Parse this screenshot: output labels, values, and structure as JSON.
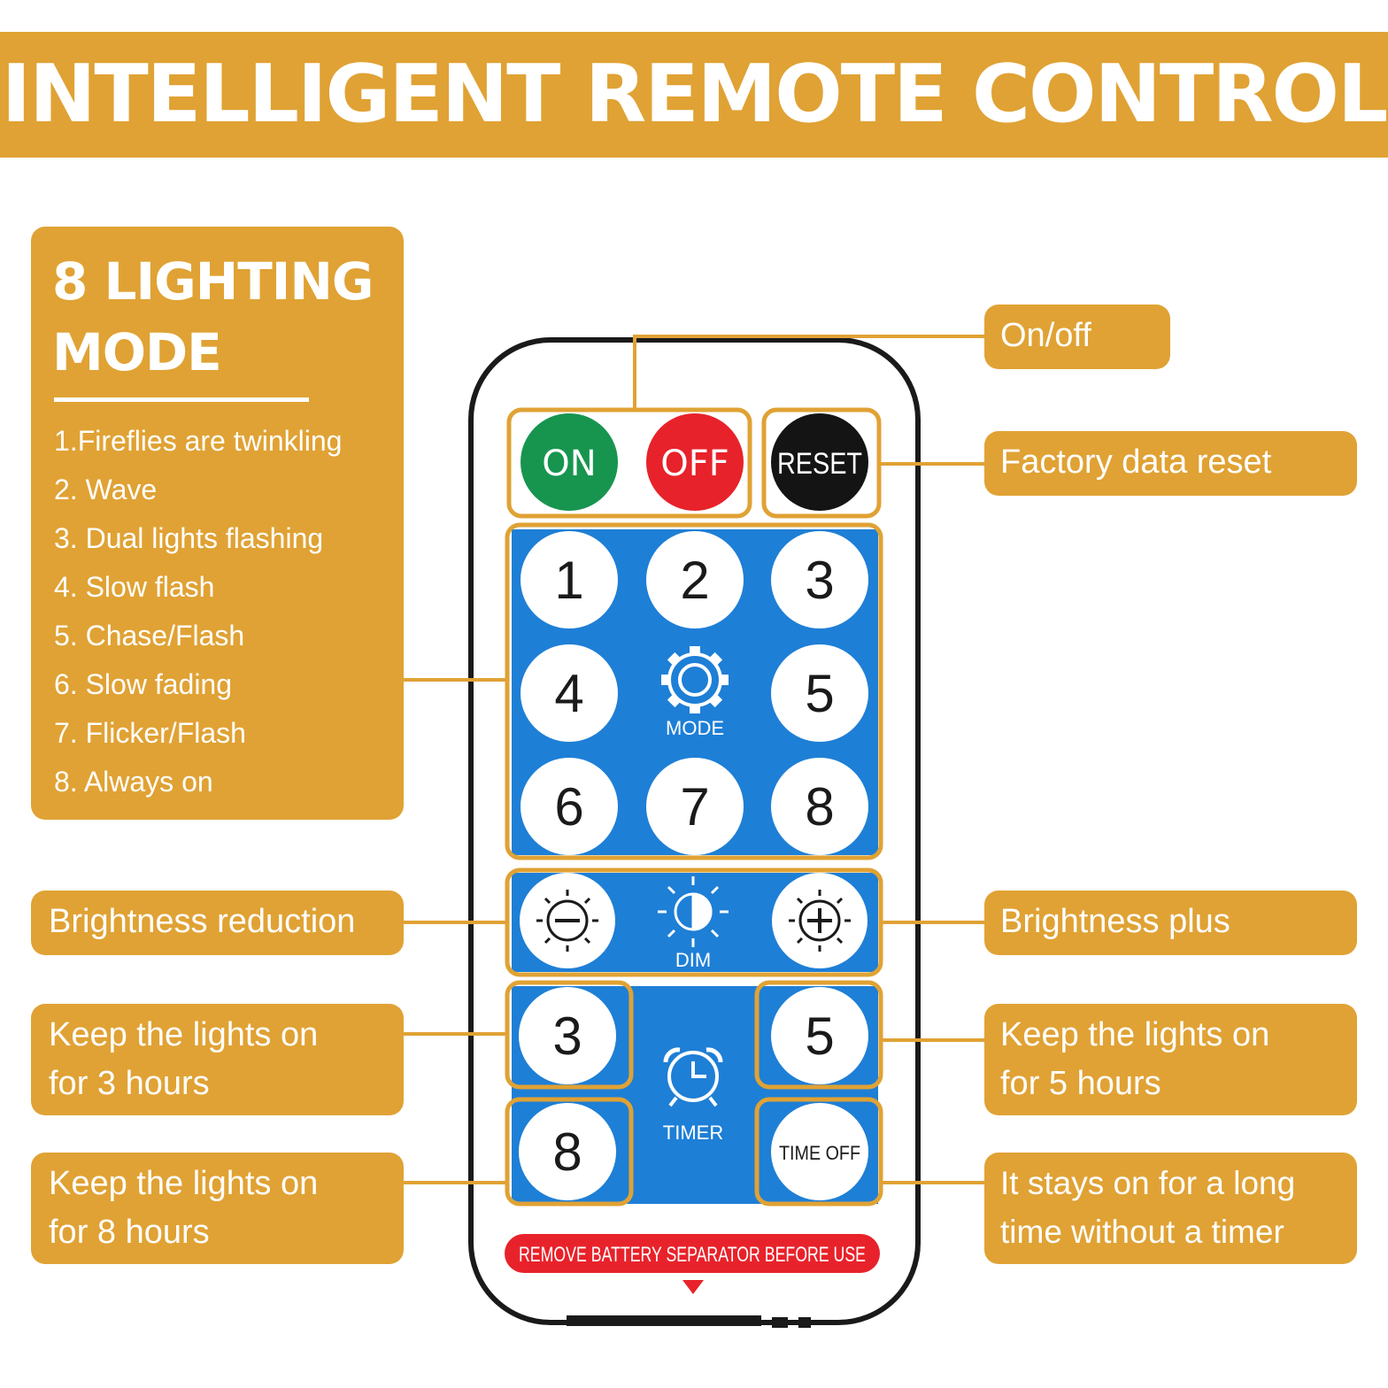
{
  "banner": {
    "title": "INTELLIGENT REMOTE CONTROL"
  },
  "modes": {
    "title_line1": "8 LIGHTING",
    "title_line2": "MODE",
    "items": [
      "1.Fireflies are twinkling",
      "2. Wave",
      "3. Dual lights flashing",
      "4. Slow flash",
      "5. Chase/Flash",
      "6. Slow fading",
      "7. Flicker/Flash",
      "8. Always on"
    ]
  },
  "callouts": {
    "onoff": "On/off",
    "reset": "Factory data reset",
    "bright_down": "Brightness reduction",
    "bright_up": "Brightness plus",
    "timer3_line1": "Keep the lights on",
    "timer3_line2": "for 3 hours",
    "timer5_line1": "Keep the lights on",
    "timer5_line2": "for 5 hours",
    "timer8_line1": "Keep the lights on",
    "timer8_line2": "for 8 hours",
    "timeoff_line1": "It stays on for a long",
    "timeoff_line2": "time without a timer"
  },
  "remote": {
    "on_label": "ON",
    "off_label": "OFF",
    "reset_label": "RESET",
    "number_buttons": [
      "1",
      "2",
      "3",
      "4",
      "5",
      "6",
      "7",
      "8"
    ],
    "mode_label": "MODE",
    "dim_label": "DIM",
    "timer_buttons": [
      "3",
      "5",
      "8"
    ],
    "timer_label": "TIMER",
    "timeoff_label": "TIME OFF",
    "warning": "REMOVE BATTERY SEPARATOR BEFORE USE"
  },
  "colors": {
    "accent": "#e0a234",
    "panel_blue": "#1e7fd6",
    "on_green": "#17954f",
    "off_red": "#e8222a",
    "reset_black": "#141414",
    "warning_red": "#e8222a"
  },
  "icons": {
    "mode": "gear-icon",
    "dim": "half-sun-icon",
    "bright_down": "sun-minus-icon",
    "bright_up": "sun-plus-icon",
    "timer": "alarm-clock-icon",
    "warning": "down-triangle-icon"
  }
}
